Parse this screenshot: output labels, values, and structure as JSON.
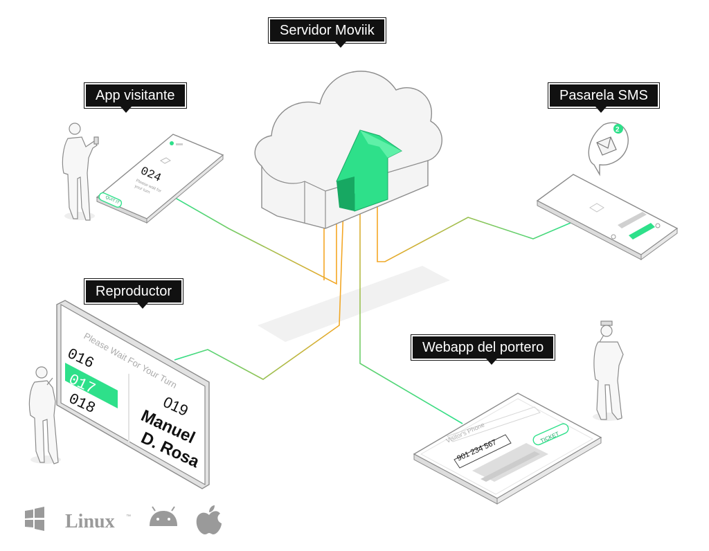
{
  "labels": {
    "server": "Servidor Moviik",
    "visitor_app": "App visitante",
    "sms_gateway": "Pasarela SMS",
    "player": "Reproductor",
    "concierge_webapp": "Webapp del portero"
  },
  "visitor_phone": {
    "ticket_number": "024",
    "wait_text": [
      "Please wait for",
      "your turn"
    ],
    "button_label": "QUIT IT"
  },
  "sms_phone": {
    "notification_count": "2"
  },
  "player_screen": {
    "header": "Please Wait For Your Turn",
    "queue": [
      "016",
      "017",
      "018"
    ],
    "highlighted": "017",
    "current_number": "019",
    "current_name": [
      "Manuel",
      "D. Rosa"
    ]
  },
  "webapp_tablet": {
    "field_label": "Visitor's Phone",
    "field_value": "901 234 567",
    "button_label": "TICKET"
  },
  "platforms": [
    "windows-icon",
    "Linux",
    "android-icon",
    "apple-icon"
  ],
  "colors": {
    "accent_green": "#2ee08a",
    "accent_orange": "#f5a623",
    "callout_bg": "#111111",
    "outline": "#9a9a9a"
  }
}
